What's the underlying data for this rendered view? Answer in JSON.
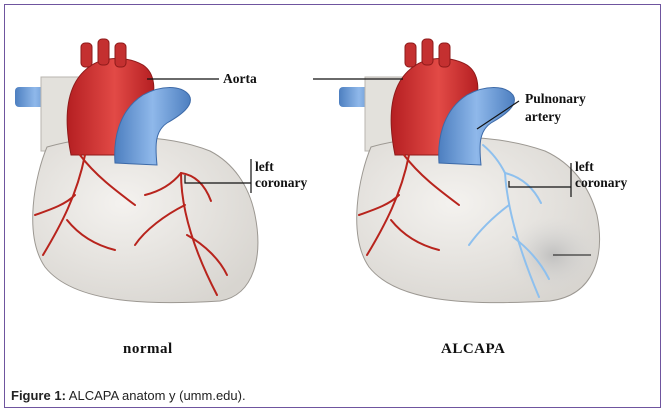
{
  "figure": {
    "labels": {
      "aorta": "Aorta",
      "left_coronary_normal_line1": "left",
      "left_coronary_normal_line2": "coronary",
      "pulmonary_line1": "Pulnonary",
      "pulmonary_line2": "artery",
      "left_coronary_alcapa_line1": "left",
      "left_coronary_alcapa_line2": "coronary"
    },
    "panel_titles": {
      "normal": "normal",
      "alcapa": "ALCAPA"
    }
  },
  "caption": {
    "label": "Figure 1:",
    "text": " ALCAPA anatom y (umm.edu)."
  },
  "colors": {
    "aorta_red": "#d23a3a",
    "pulmonary_blue": "#6f9fd8",
    "heart_body": "#eceae6",
    "coronary_red": "#b8241d",
    "coronary_blue": "#8ec0ee",
    "frame_border": "#6f559f"
  }
}
